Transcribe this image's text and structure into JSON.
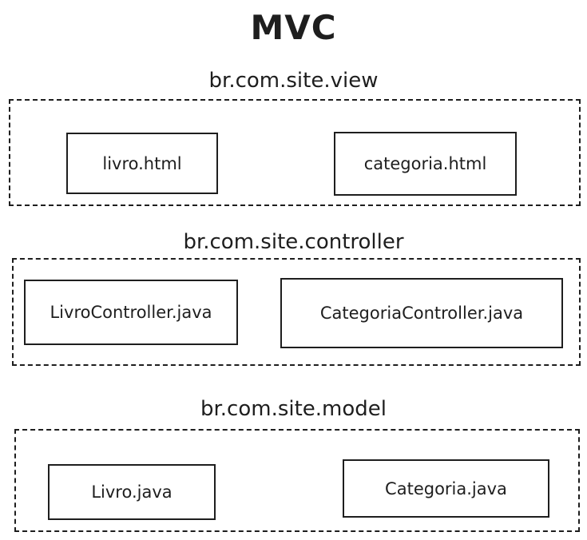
{
  "title": "MVC",
  "packages": [
    {
      "name": "br.com.site.view",
      "classes": [
        "livro.html",
        "categoria.html"
      ]
    },
    {
      "name": "br.com.site.controller",
      "classes": [
        "LivroController.java",
        "CategoriaController.java"
      ]
    },
    {
      "name": "br.com.site.model",
      "classes": [
        "Livro.java",
        "Categoria.java"
      ]
    }
  ]
}
